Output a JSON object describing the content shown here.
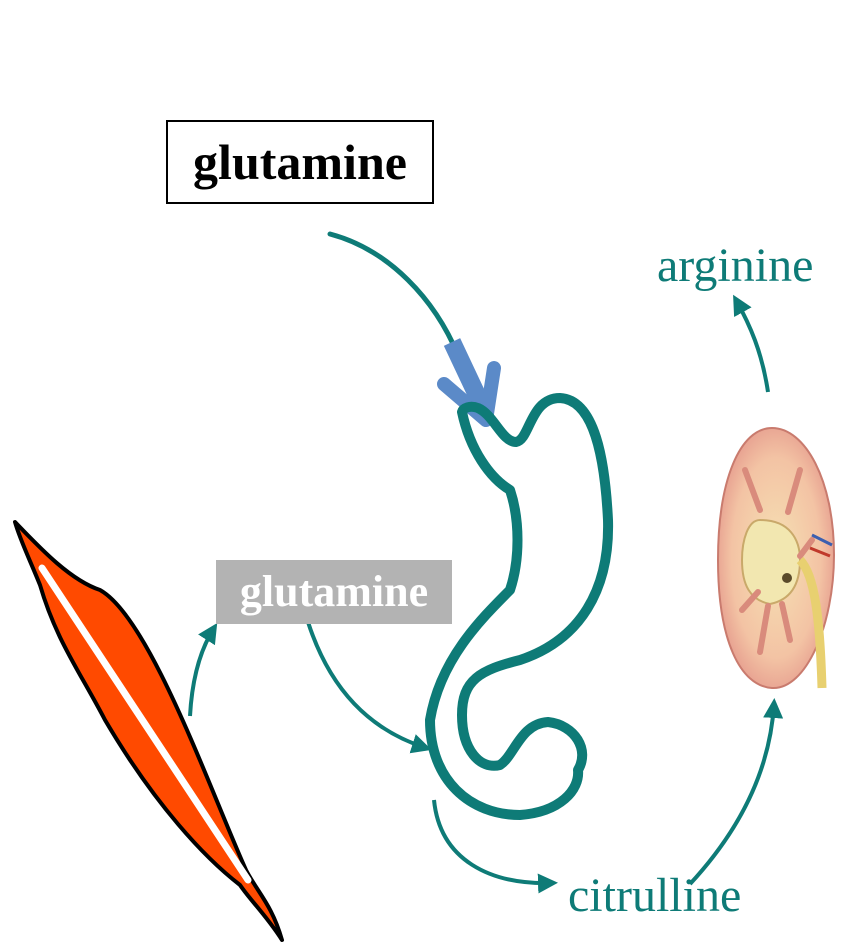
{
  "labels": {
    "top_glutamine": "glutamine",
    "mid_glutamine": "glutamine",
    "arginine": "arginine",
    "citrulline": "citrulline"
  },
  "icons": {
    "muscle": "muscle-icon",
    "intestine": "intestine-icon",
    "kidney": "kidney-icon"
  },
  "colors": {
    "teal": "#0e7b77",
    "blue_arrow": "#5b8ac8",
    "muscle_fill": "#ff4a00",
    "label_gray": "#b3b3b3"
  }
}
